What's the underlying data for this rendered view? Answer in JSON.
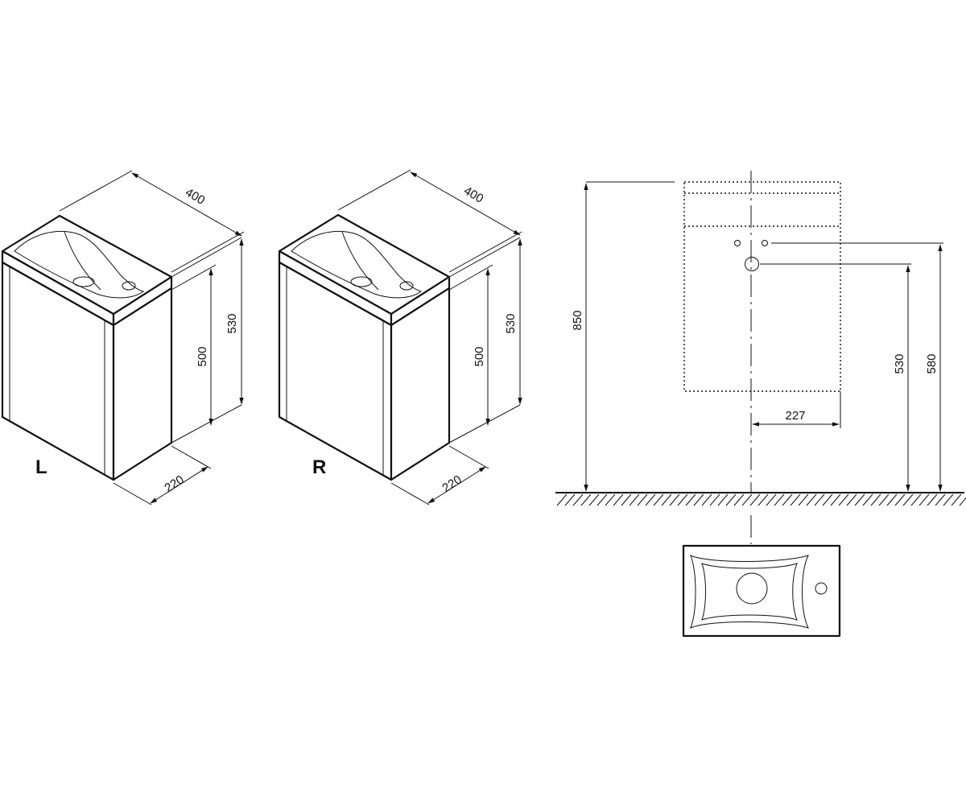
{
  "views": {
    "left_cabinet": {
      "variant_label": "L",
      "width": "400",
      "height_total": "530",
      "height_body": "500",
      "depth": "220"
    },
    "right_cabinet": {
      "variant_label": "R",
      "width": "400",
      "height_total": "530",
      "height_body": "500",
      "depth": "220"
    },
    "front_elevation": {
      "height_top": "850",
      "height_outlet_low": "530",
      "height_outlet_high": "580",
      "center_offset": "227"
    }
  }
}
